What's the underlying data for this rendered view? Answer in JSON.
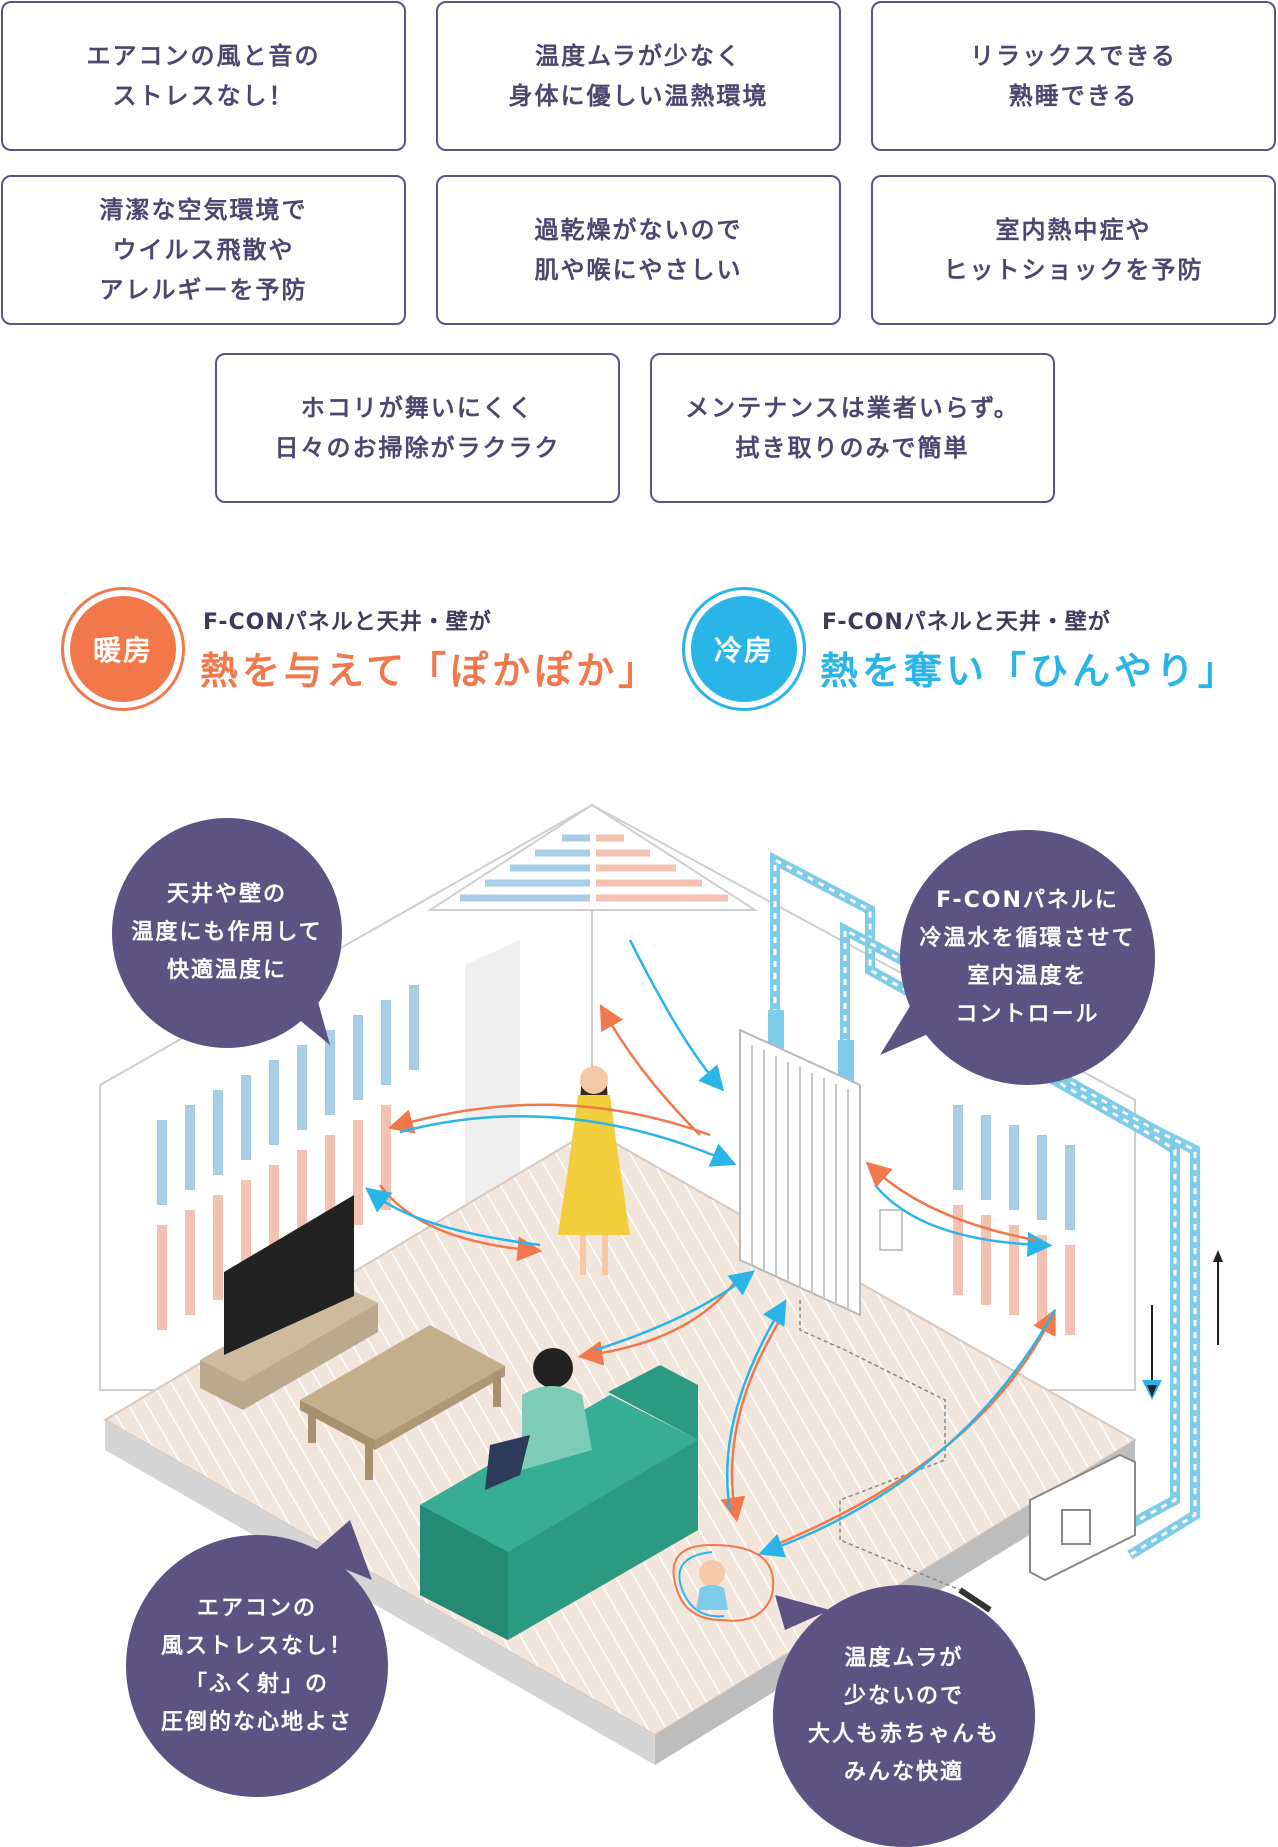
{
  "benefits": [
    {
      "lines": [
        "エアコンの風と音の",
        "ストレスなし！"
      ]
    },
    {
      "lines": [
        "温度ムラが少なく",
        "身体に優しい温熱環境"
      ]
    },
    {
      "lines": [
        "リラックスできる",
        "熟睡できる"
      ]
    },
    {
      "lines": [
        "清潔な空気環境で",
        "ウイルス飛散や",
        "アレルギーを予防"
      ]
    },
    {
      "lines": [
        "過乾燥がないので",
        "肌や喉にやさしい"
      ]
    },
    {
      "lines": [
        "室内熱中症や",
        "ヒットショックを予防"
      ]
    },
    {
      "lines": [
        "ホコリが舞いにくく",
        "日々のお掃除がラクラク"
      ]
    },
    {
      "lines": [
        "メンテナンスは業者いらず。",
        "拭き取りのみで簡単"
      ]
    }
  ],
  "modes": {
    "heating": {
      "badge": "暖房",
      "sub": "F-CONパネルと天井・壁が",
      "main": "熱を与えて「ぽかぽか」",
      "color": "#f2784b"
    },
    "cooling": {
      "badge": "冷房",
      "sub": "F-CONパネルと天井・壁が",
      "main": "熱を奪い「ひんやり」",
      "color": "#29b5e8"
    }
  },
  "bubbles": {
    "ceiling": {
      "lines": [
        "天井や壁の",
        "温度にも作用して",
        "快適温度に"
      ]
    },
    "panel": {
      "lines": [
        "F-CONパネルに",
        "冷温水を循環させて",
        "室内温度を",
        "コントロール"
      ]
    },
    "aircon": {
      "lines": [
        "エアコンの",
        "風ストレスなし！",
        "「ふく射」の",
        "圧倒的な心地よさ"
      ]
    },
    "baby": {
      "lines": [
        "温度ムラが",
        "少ないので",
        "大人も赤ちゃんも",
        "みんな快適"
      ]
    }
  },
  "colors": {
    "accent_purple": "#5d5382",
    "heat_orange": "#f2784b",
    "cool_blue": "#29b5e8"
  }
}
